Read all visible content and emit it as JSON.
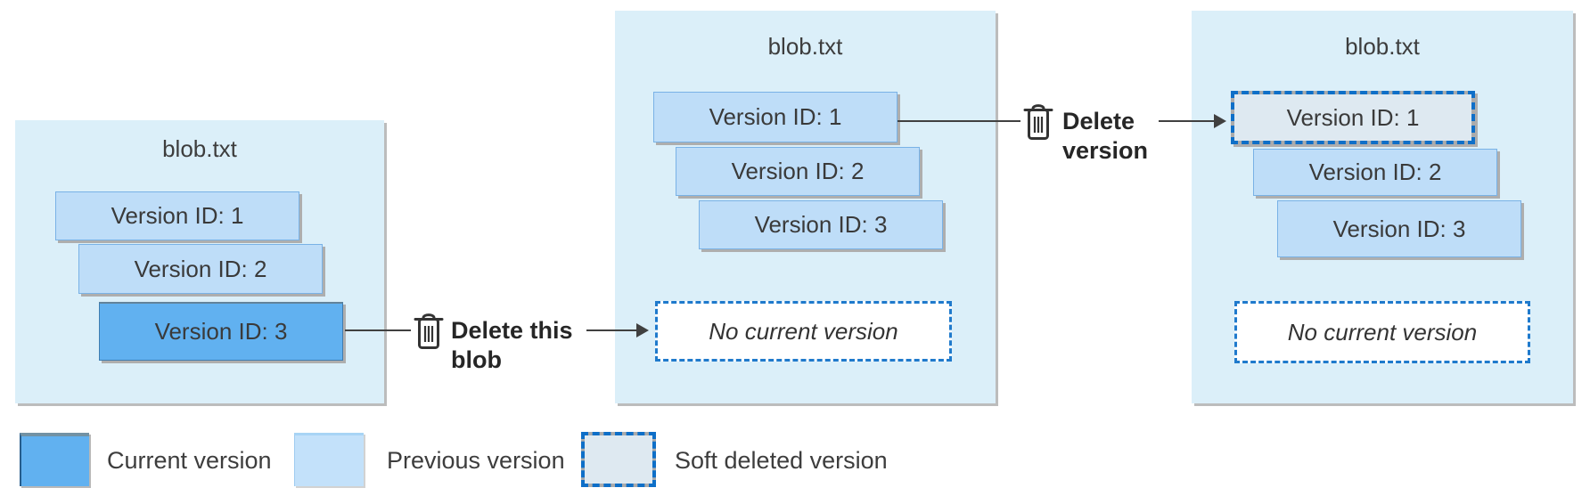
{
  "panels": [
    {
      "title": "blob.txt",
      "cards": [
        {
          "label": "Version ID: 1",
          "state": "previous"
        },
        {
          "label": "Version ID: 2",
          "state": "previous"
        },
        {
          "label": "Version ID: 3",
          "state": "current"
        }
      ],
      "placeholder": ""
    },
    {
      "title": "blob.txt",
      "cards": [
        {
          "label": "Version ID: 1",
          "state": "previous"
        },
        {
          "label": "Version ID: 2",
          "state": "previous"
        },
        {
          "label": "Version ID: 3",
          "state": "previous"
        }
      ],
      "placeholder": "No current version"
    },
    {
      "title": "blob.txt",
      "cards": [
        {
          "label": "Version ID: 1",
          "state": "soft-deleted"
        },
        {
          "label": "Version ID: 2",
          "state": "previous"
        },
        {
          "label": "Version ID: 3",
          "state": "previous"
        }
      ],
      "placeholder": "No current version"
    }
  ],
  "actions": [
    {
      "icon": "trash-icon",
      "line1": "Delete this",
      "line2": "blob"
    },
    {
      "icon": "trash-icon",
      "line1": "Delete",
      "line2": "version"
    }
  ],
  "legend": {
    "items": [
      {
        "label": "Current version",
        "state": "current"
      },
      {
        "label": "Previous version",
        "state": "previous"
      },
      {
        "label": "Soft deleted version",
        "state": "soft-deleted"
      }
    ]
  },
  "colors": {
    "current_fill": "#61b1f0",
    "previous_fill": "#beddf8",
    "soft_deleted_fill": "#dee9f1",
    "panel_fill": "#dbeff9",
    "dashed_border_blue": "#1f7acc",
    "soft_dash_blue": "#0e6fc8",
    "connector_line": "#404040",
    "text": "#3a3a3a"
  }
}
